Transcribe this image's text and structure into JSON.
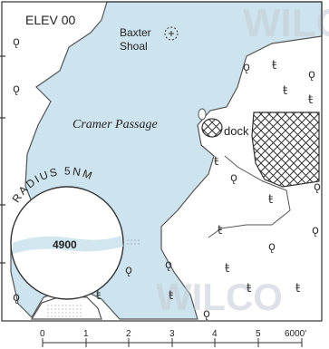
{
  "map": {
    "elevation_label": "ELEV 00",
    "place_labels": {
      "shoal_line1": "Baxter",
      "shoal_line2": "Shoal",
      "passage": "Cramer Passage",
      "dock": "dock"
    },
    "radius_circle": {
      "label": "RADIUS 5NM",
      "value": "4900"
    },
    "scale_bar": {
      "ticks": [
        "0",
        "1",
        "2",
        "3",
        "4",
        "5",
        "6000'"
      ]
    },
    "watermark": "WILCO",
    "colors": {
      "water": "#cde3ee",
      "land": "#ffffff",
      "ink": "#333333"
    }
  }
}
